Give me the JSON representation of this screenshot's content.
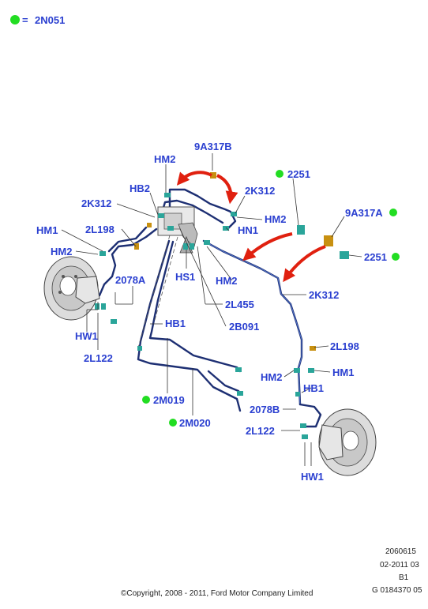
{
  "legend": {
    "marker": "green-dot-icon",
    "equals": "=",
    "code": "2N051"
  },
  "labels": {
    "hm2_top": "HM2",
    "p9a317b": "9A317B",
    "hb2": "HB2",
    "p2251_top": "2251",
    "p2k312_top_right": "2K312",
    "p2k312_left": "2K312",
    "hm2_mid": "HM2",
    "p9a317a": "9A317A",
    "hn1": "HN1",
    "hm1_left": "HM1",
    "p2l198_left": "2L198",
    "p2251_right": "2251",
    "hm2_left": "HM2",
    "hs1": "HS1",
    "hm2_center": "HM2",
    "p2078a": "2078A",
    "p2k312_right": "2K312",
    "p2l455": "2L455",
    "hb1_left": "HB1",
    "p2b091": "2B091",
    "hw1_left": "HW1",
    "p2l198_right": "2L198",
    "p2l122_left": "2L122",
    "hm2_right": "HM2",
    "hm1_right": "HM1",
    "hb1_right": "HB1",
    "p2m019": "2M019",
    "p2078b": "2078B",
    "p2m020": "2M020",
    "p2l122_right": "2L122",
    "hw1_right": "HW1"
  },
  "footer": {
    "code": "2060615",
    "date": "02-2011 03",
    "rev": "B1",
    "ref": "G 0184370 05",
    "copyright": "©Copyright, 2008 - 2011, Ford Motor Company Limited"
  },
  "colors": {
    "label": "#2a3fd0",
    "marker": "#22dd22",
    "pipe": "#1d2f73",
    "arrow": "#e0200f",
    "fitting": "#2aa59a",
    "bracket": "#c89010"
  }
}
